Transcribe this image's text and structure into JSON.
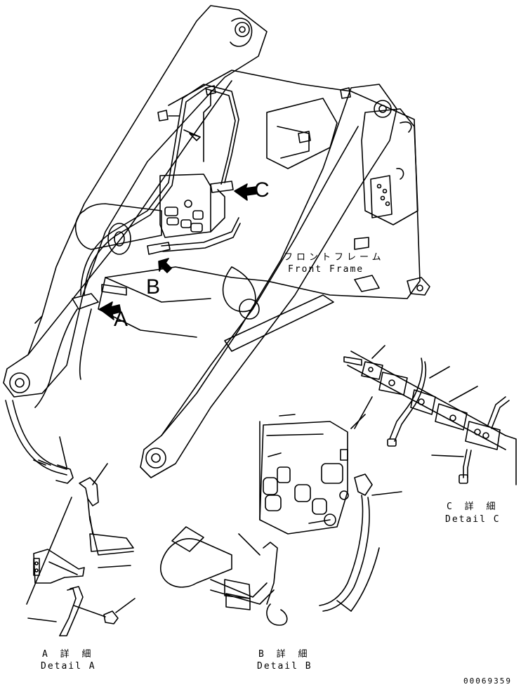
{
  "callouts": {
    "a": "A",
    "b": "B",
    "c": "C"
  },
  "frame_label": {
    "jp": "フロントフレーム",
    "en": "Front Frame"
  },
  "details": {
    "a_jp": "A 詳 細",
    "a_en": "Detail A",
    "b_jp": "B 詳 細",
    "b_en": "Detail B",
    "c_jp": "C 詳 細",
    "c_en": "Detail C"
  },
  "doc_number": "00069359",
  "colors": {
    "ink": "#000000",
    "paper": "#ffffff"
  }
}
